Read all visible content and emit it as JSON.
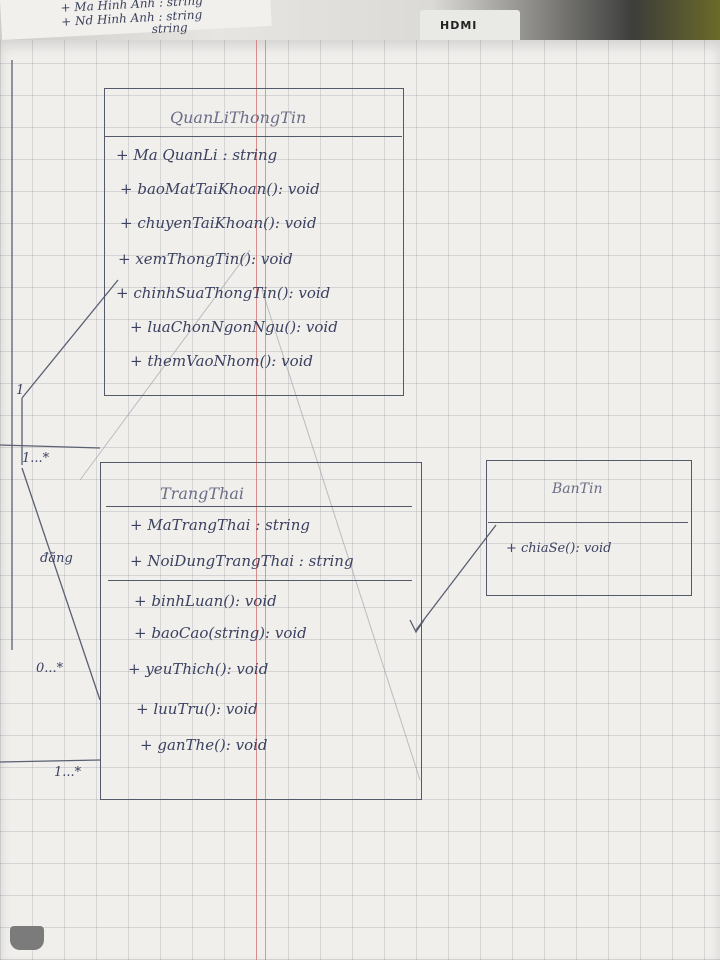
{
  "previous_page": {
    "line1": "+ Ma Hinh Anh : string",
    "line2": "+ Nd Hinh Anh : string",
    "line3": "string"
  },
  "hdmi_label": "HDMI",
  "classes": {
    "quan_li_thong_tin": {
      "name": "QuanLiThongTin",
      "attributes": [
        "+ Ma QuanLi : string"
      ],
      "methods": [
        "+ baoMatTaiKhoan(): void",
        "+ chuyenTaiKhoan(): void",
        "+ xemThongTin(): void",
        "+ chinhSuaThongTin(): void",
        "+ luaChonNgonNgu(): void",
        "+ themVaoNhom(): void"
      ]
    },
    "trang_thai": {
      "name": "TrangThai",
      "attributes": [
        "+ MaTrangThai : string",
        "+ NoiDungTrangThai : string"
      ],
      "methods": [
        "+ binhLuan(): void",
        "+ baoCao(string): void",
        "+ yeuThich(): void",
        "+ luuTru(): void",
        "+ ganThe(): void"
      ]
    },
    "ban_tin": {
      "name": "BanTin",
      "attributes": [],
      "methods": [
        "+ chiaSe(): void"
      ]
    }
  },
  "multiplicities": {
    "m1": "1",
    "m1_many": "1...*",
    "dang": "đăng",
    "m0_many": "0...*",
    "m1_many_bottom": "1...*"
  }
}
